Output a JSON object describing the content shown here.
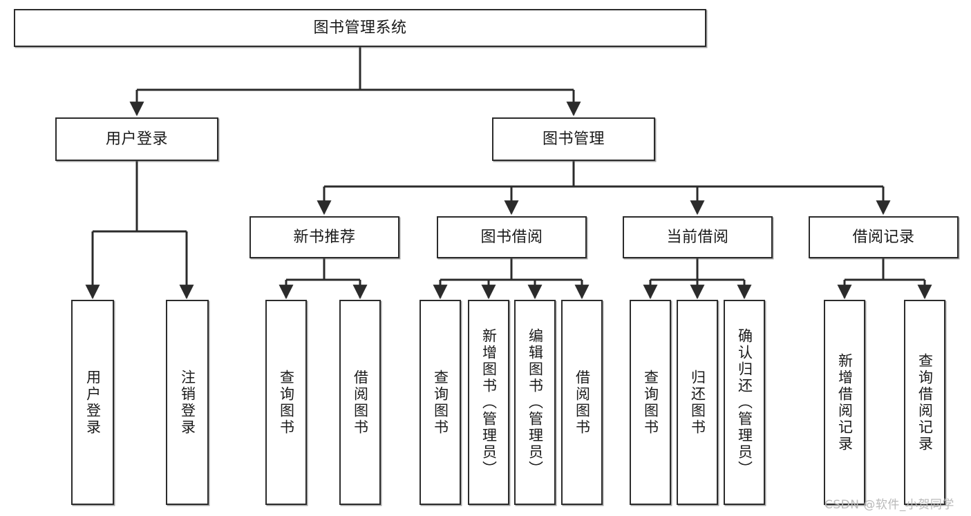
{
  "diagram": {
    "title": "图书管理系统",
    "type": "hierarchy-tree",
    "orientation": "top-down",
    "colors": {
      "box_border": "#2b2b2b",
      "box_fill": "#ffffff",
      "connector": "#2b2b2b",
      "watermark": "#b9b9b9",
      "background": "#ffffff"
    },
    "root": {
      "id": "root",
      "label": "图书管理系统"
    },
    "level2": [
      {
        "id": "user-login",
        "label": "用户登录"
      },
      {
        "id": "book-management",
        "label": "图书管理"
      }
    ],
    "level3": [
      {
        "id": "new-book-recommend",
        "label": "新书推荐"
      },
      {
        "id": "book-borrow",
        "label": "图书借阅"
      },
      {
        "id": "current-borrow",
        "label": "当前借阅"
      },
      {
        "id": "borrow-record",
        "label": "借阅记录"
      }
    ],
    "leaves": {
      "user_login": [
        {
          "id": "leaf-user-login",
          "label": "用户登录"
        },
        {
          "id": "leaf-user-logout",
          "label": "注销登录"
        }
      ],
      "new_book_recommend": [
        {
          "id": "leaf-query-book-1",
          "label": "查询图书"
        },
        {
          "id": "leaf-borrow-book-1",
          "label": "借阅图书"
        }
      ],
      "book_borrow": [
        {
          "id": "leaf-query-book-2",
          "label": "查询图书"
        },
        {
          "id": "leaf-add-book",
          "label": "新增图书（管理员）"
        },
        {
          "id": "leaf-edit-book",
          "label": "编辑图书（管理员）"
        },
        {
          "id": "leaf-borrow-book-2",
          "label": "借阅图书"
        }
      ],
      "current_borrow": [
        {
          "id": "leaf-query-book-3",
          "label": "查询图书"
        },
        {
          "id": "leaf-return-book",
          "label": "归还图书"
        },
        {
          "id": "leaf-confirm-return",
          "label": "确认归还（管理员）"
        }
      ],
      "borrow_record": [
        {
          "id": "leaf-add-record",
          "label": "新增借阅记录"
        },
        {
          "id": "leaf-query-record",
          "label": "查询借阅记录"
        }
      ]
    }
  },
  "watermark": {
    "text": "CSDN @软件_小贺同学"
  }
}
